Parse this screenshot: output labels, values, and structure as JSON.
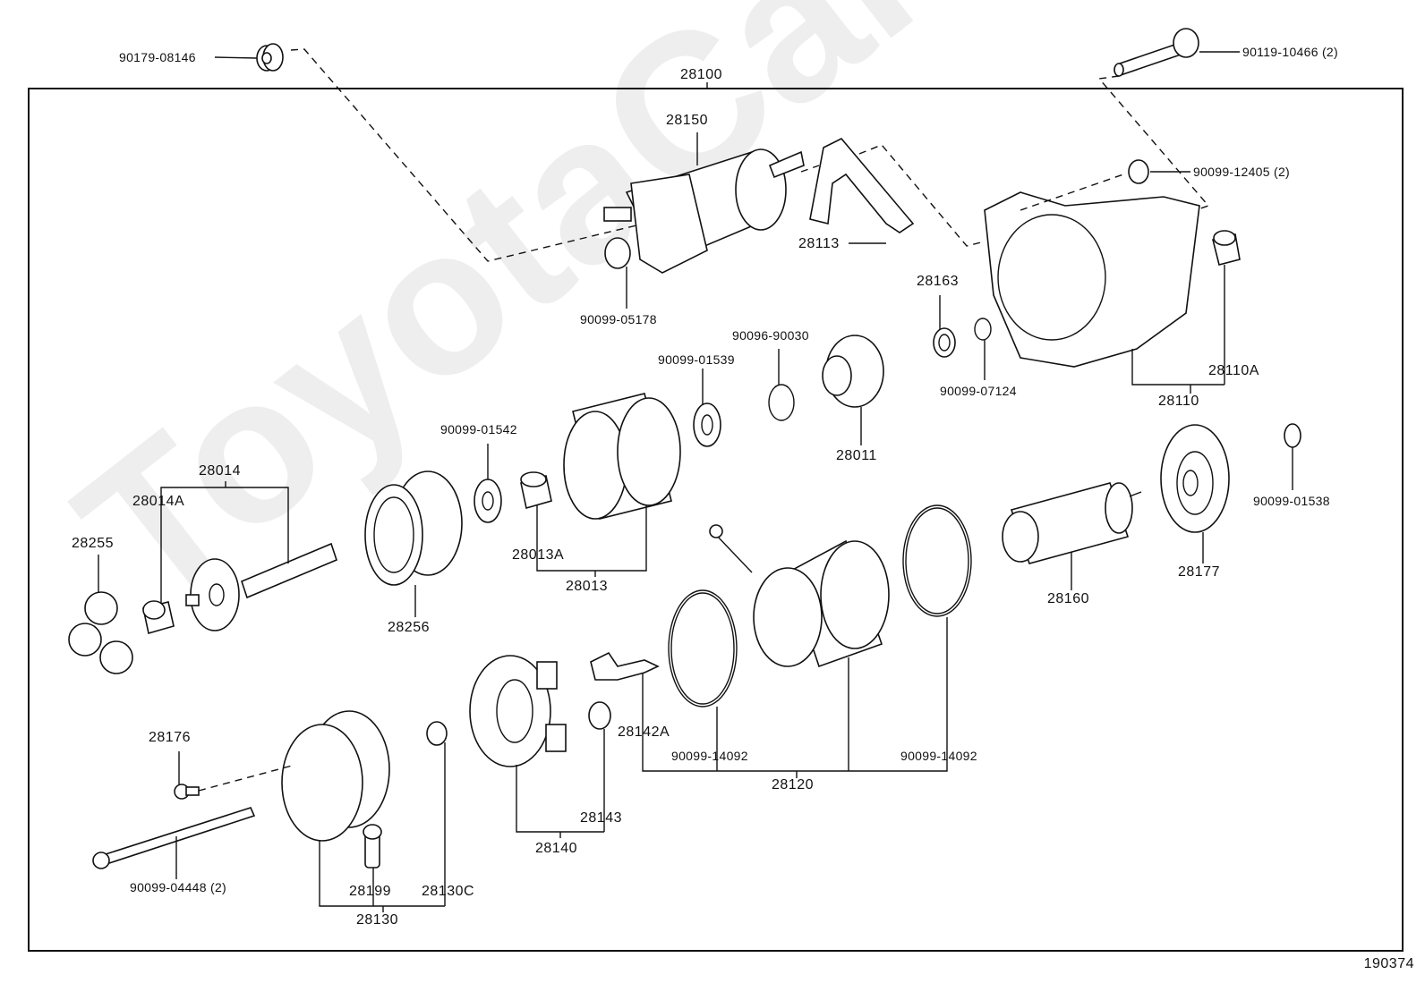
{
  "diagram": {
    "title_part": "28100",
    "figure_id": "190374",
    "watermark": "ToyotaCarMine.ru",
    "parts": {
      "p90179_08146": "90179-08146",
      "p90119_10466": "90119-10466 (2)",
      "p28100": "28100",
      "p28150": "28150",
      "p90099_12405": "90099-12405 (2)",
      "p28113": "28113",
      "p90099_05178": "90099-05178",
      "p28163": "28163",
      "p90096_90030": "90096-90030",
      "p90099_01539": "90099-01539",
      "p90099_07124": "90099-07124",
      "p28110A": "28110A",
      "p28110": "28110",
      "p90099_01542": "90099-01542",
      "p28011": "28011",
      "p28014": "28014",
      "p28014A": "28014A",
      "p90099_01538": "90099-01538",
      "p28255": "28255",
      "p28013A": "28013A",
      "p28013": "28013",
      "p28177": "28177",
      "p28160": "28160",
      "p28256": "28256",
      "p28176": "28176",
      "p28142A": "28142A",
      "p90099_14092_a": "90099-14092",
      "p90099_14092_b": "90099-14092",
      "p28120": "28120",
      "p28143": "28143",
      "p28140": "28140",
      "p90099_04448": "90099-04448 (2)",
      "p28199": "28199",
      "p28130C": "28130C",
      "p28130": "28130"
    }
  }
}
